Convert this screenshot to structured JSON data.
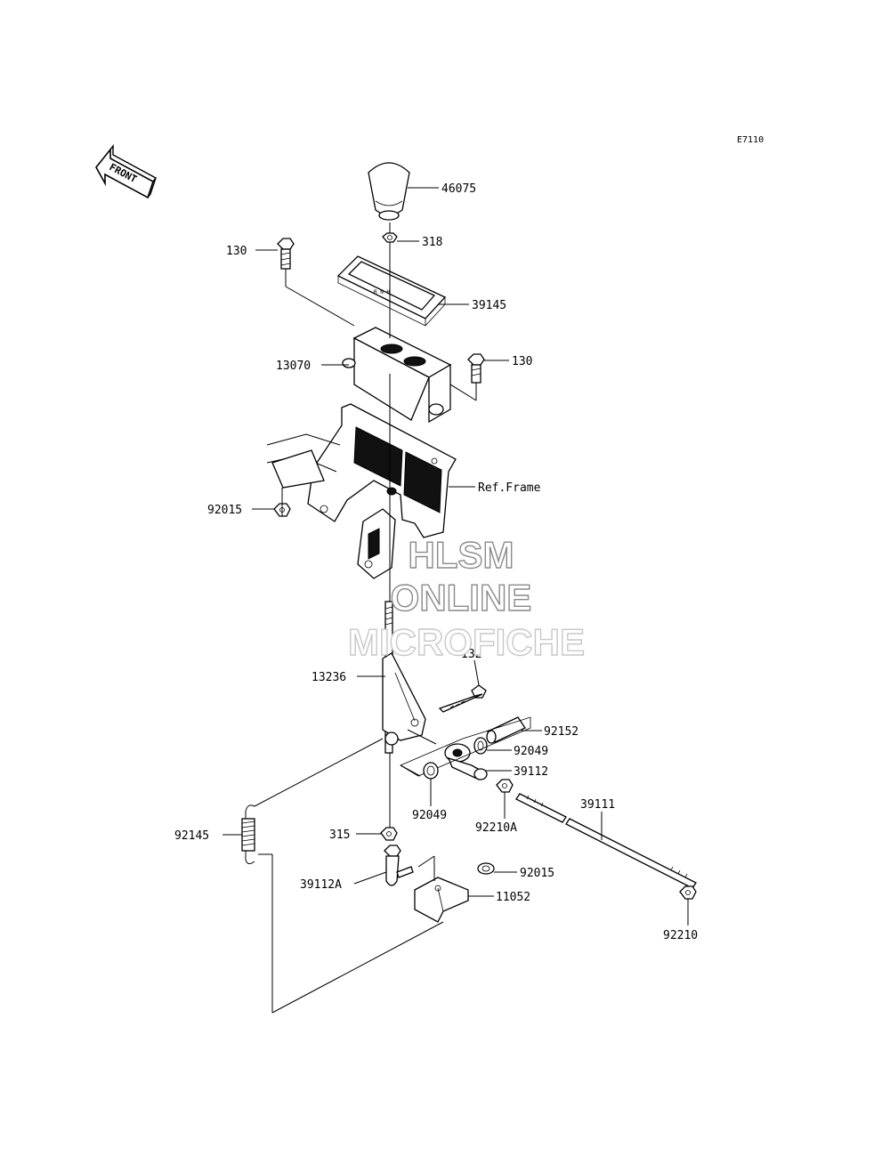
{
  "diagram_code": "E7110",
  "front_arrow": {
    "text": "FRONT"
  },
  "watermark": [
    "HLSM",
    "ONLINE",
    "MICROFICHE"
  ],
  "labels": {
    "p46075": "46075",
    "p318": "318",
    "p130a": "130",
    "p39145": "39145",
    "p13070": "13070",
    "p130b": "130",
    "ref_frame": "Ref.Frame",
    "p92015a": "92015",
    "p132": "132",
    "p13236": "13236",
    "p92152": "92152",
    "p92049a": "92049",
    "p39112": "39112",
    "p92049b": "92049",
    "p92210a": "92210A",
    "p39111": "39111",
    "p92145": "92145",
    "p315": "315",
    "p39112a": "39112A",
    "p92015b": "92015",
    "p11052": "11052",
    "p92210": "92210"
  }
}
